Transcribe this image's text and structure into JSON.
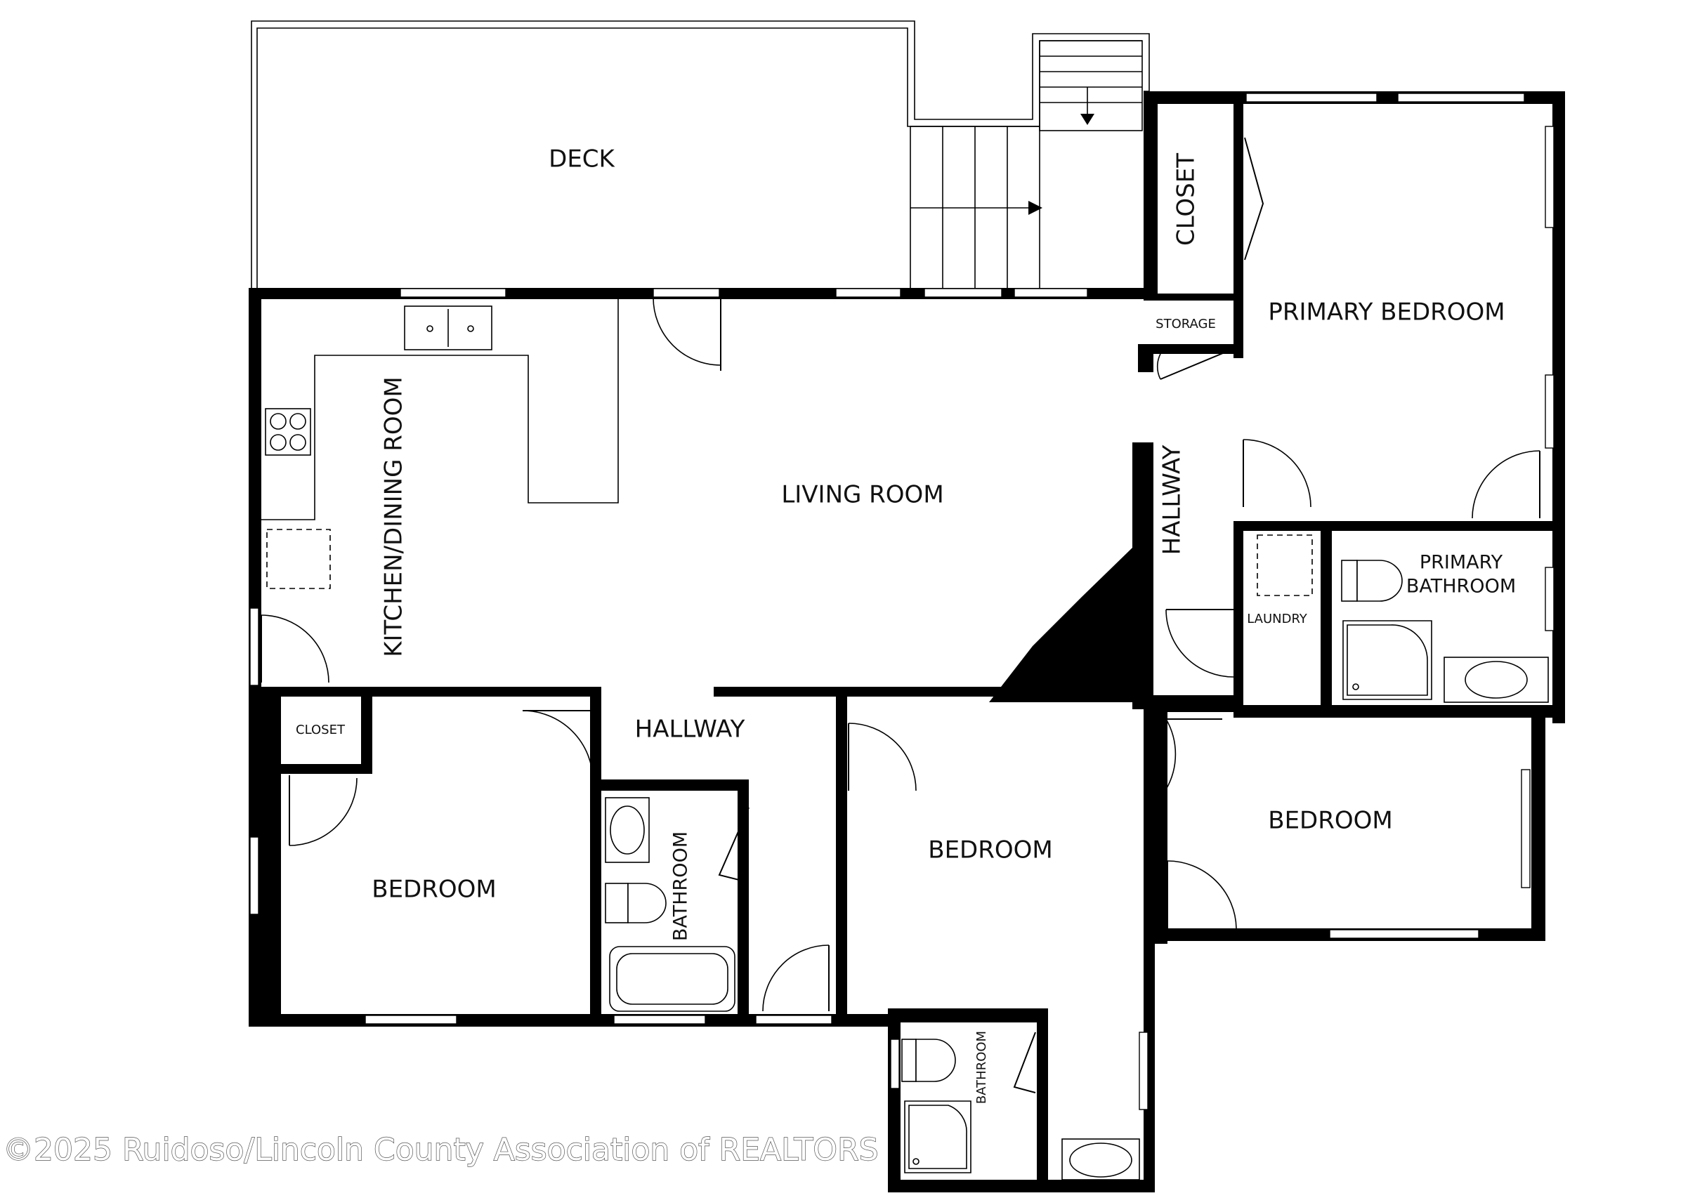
{
  "rooms": {
    "deck": "DECK",
    "closet_top": "CLOSET",
    "storage": "STORAGE",
    "primary_bedroom": "PRIMARY BEDROOM",
    "kitchen_dining": "KITCHEN/DINING ROOM",
    "living_room": "LIVING ROOM",
    "hallway_right": "HALLWAY",
    "laundry": "LAUNDRY",
    "primary_bathroom_line1": "PRIMARY",
    "primary_bathroom_line2": "BATHROOM",
    "closet_left": "CLOSET",
    "hallway_center": "HALLWAY",
    "bedroom_left": "BEDROOM",
    "bathroom_center": "BATHROOM",
    "bedroom_center": "BEDROOM",
    "bedroom_right": "BEDROOM",
    "bathroom_bottom": "BATHROOM"
  },
  "watermark": "©2025 Ruidoso/Lincoln County Association of REALTORS",
  "colors": {
    "wall": "#000000",
    "background": "#ffffff",
    "label": "#111111"
  }
}
